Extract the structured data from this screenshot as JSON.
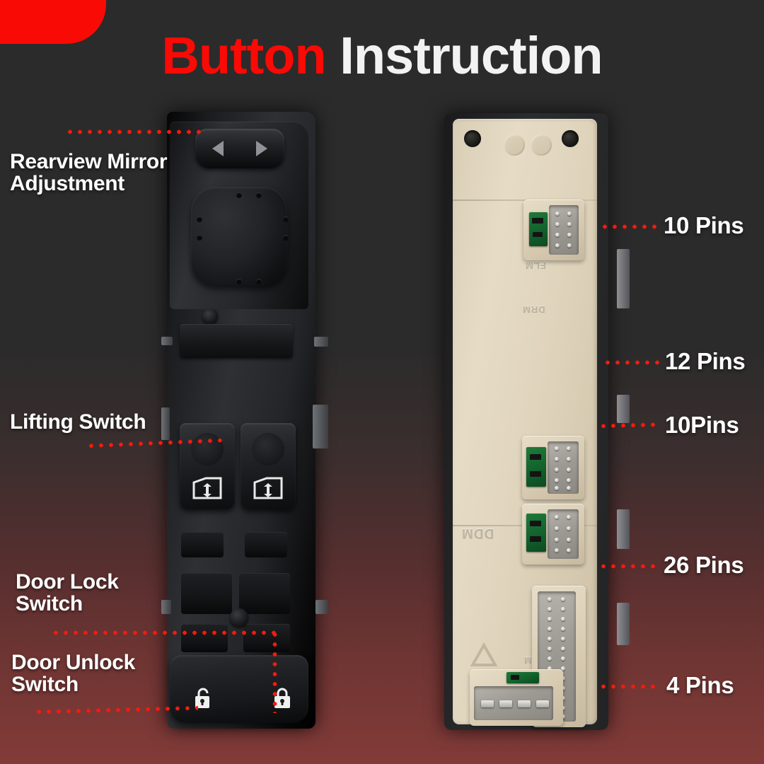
{
  "header": {
    "title_red": "Button",
    "title_white": "Instruction",
    "accent_color": "#fa0a05",
    "title_color": "#f2f2f2"
  },
  "background": {
    "top_color": "#2b2b2b",
    "bottom_color": "#823b38"
  },
  "left_product": {
    "name": "power-window-master-switch-front",
    "callouts": [
      {
        "id": "rearview-mirror-adjustment",
        "line1": "Rearview Mirror",
        "line2": "Adjustment"
      },
      {
        "id": "lifting-switch",
        "line1": "Lifting Switch",
        "line2": ""
      },
      {
        "id": "door-lock-switch",
        "line1": "Door Lock",
        "line2": "Switch"
      },
      {
        "id": "door-unlock-switch",
        "line1": "Door Unlock",
        "line2": "Switch"
      }
    ],
    "icons": {
      "mirror_left_arrow": "triangle-left-icon",
      "mirror_right_arrow": "triangle-right-icon",
      "window_lift": "window-updown-icon",
      "door_unlock": "padlock-open-icon",
      "door_lock": "padlock-closed-icon"
    }
  },
  "right_product": {
    "name": "power-window-master-switch-back",
    "callouts": [
      {
        "id": "connector-10-pins-top",
        "label": "10 Pins"
      },
      {
        "id": "connector-12-pins",
        "label": "12 Pins"
      },
      {
        "id": "connector-10-pins-lower",
        "label": "10Pins"
      },
      {
        "id": "connector-26-pins",
        "label": "26 Pins"
      },
      {
        "id": "connector-4-pins",
        "label": "4 Pins"
      }
    ],
    "embossed": [
      {
        "id": "emboss-ddm",
        "text": "DDM"
      }
    ]
  },
  "leader_line": {
    "color": "#f51a0d",
    "style": "dotted"
  }
}
